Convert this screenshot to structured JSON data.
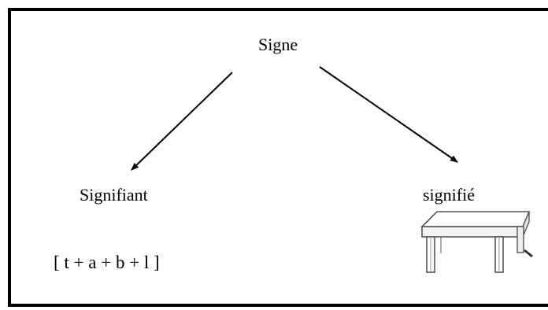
{
  "diagram": {
    "root_label": "Signe",
    "left_label": "Signifiant",
    "right_label": "signifié",
    "phonetic_transcription": "[ t + a + b + l ]",
    "colors": {
      "line": "#000000",
      "background": "#ffffff"
    },
    "image_subject": "table"
  }
}
